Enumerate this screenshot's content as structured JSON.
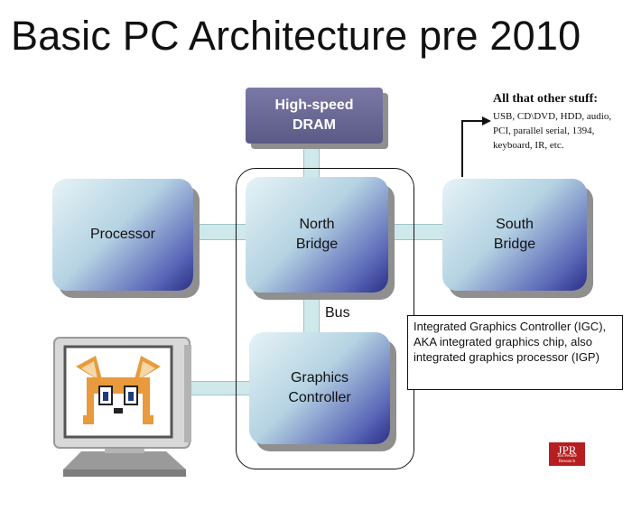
{
  "title": "Basic PC Architecture pre 2010",
  "blocks": {
    "dram": [
      "High-speed",
      "DRAM"
    ],
    "processor": "Processor",
    "north_bridge": [
      "North",
      "Bridge"
    ],
    "south_bridge": [
      "South",
      "Bridge"
    ],
    "graphics_controller": [
      "Graphics",
      "Controller"
    ]
  },
  "bus_label": "Bus",
  "other_stuff": {
    "title": "All that other stuff:",
    "description": "USB, CD\\DVD, HDD, audio, PCI, parallel serial, 1394, keyboard, IR, etc."
  },
  "igc_note": "Integrated Graphics Controller (IGC), AKA integrated graphics chip, also integrated graphics processor (IGP)",
  "logo": {
    "text": "JPR",
    "subtext": "Jon Peddie Research"
  },
  "colors": {
    "box_light": "#e6f3f6",
    "box_dark": "#2a2f86",
    "dram": "#5b5a86",
    "connector": "#cfe8ea",
    "logo": "#b51f1f"
  }
}
